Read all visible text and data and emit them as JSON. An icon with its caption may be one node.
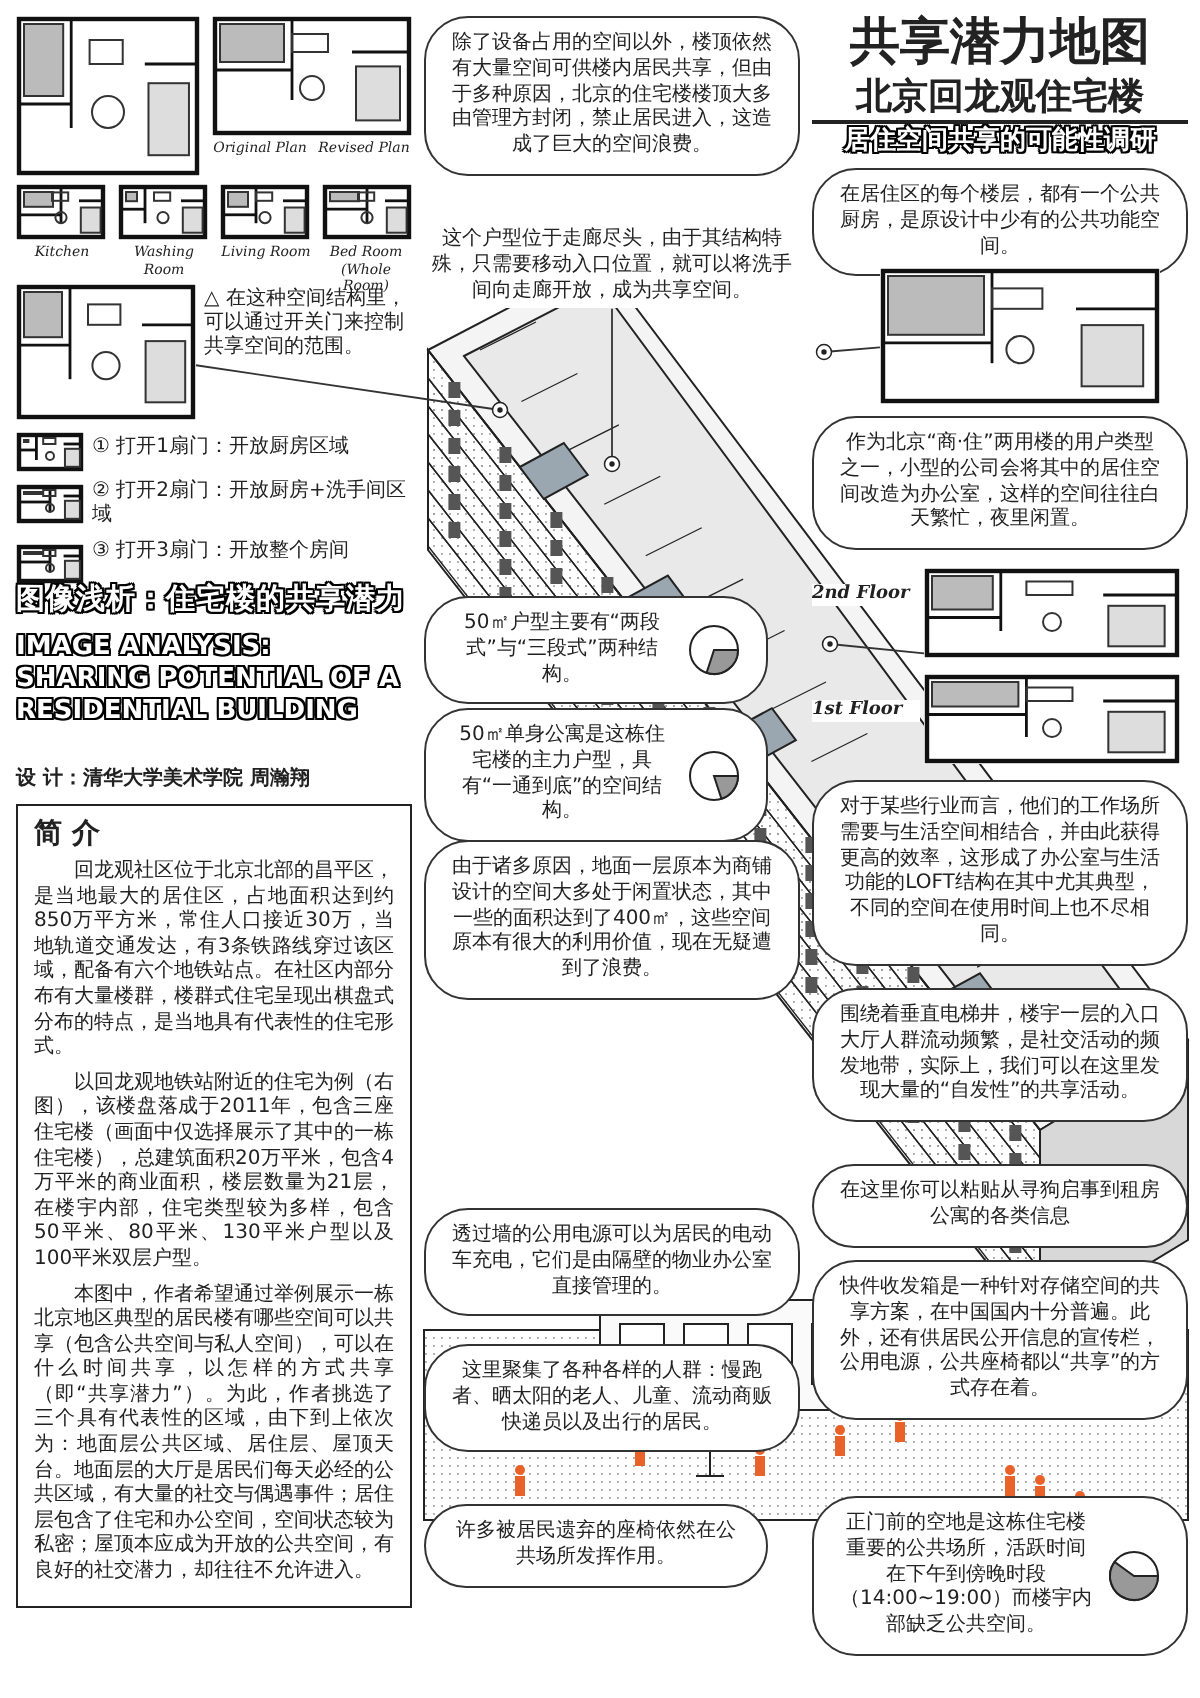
{
  "diagram": {
    "title": "共享潜力地图",
    "nodes": [
      {
        "text": [
          "除了设备占用的空间以外，楼顶依然有大量空间可供楼内居民共享，但由于多种原因，北京的住宅楼楼顶大多由管理方封闭，禁止居民进入，这造成了巨大的空间浪费。"
        ]
      },
      {
        "text": [
          "在居住区的每个楼层，都有一个公共厨房，是原设计中少有的公共功能空间。"
        ]
      },
      {
        "text": [
          "这个户型位于走廊尽头，由于其结构特殊，只需要移动入口位置，就可以将洗手间向走廊开放，成为共享空间。"
        ]
      },
      {
        "text": [],
        "shape": "picture"
      },
      {
        "text": [],
        "shape": "picture",
        "beside": [
          "Original Plan",
          "Revised Plan"
        ]
      },
      {
        "text": [],
        "shape": "picture",
        "beside": [
          "Kitchen",
          "Washing Room",
          "Living Room",
          "Bed Room (Whole Room)"
        ]
      },
      {
        "text": [],
        "shape": "picture"
      },
      {
        "text": [],
        "shape": "picture"
      },
      {
        "text": [
          "作为北京“商·住”两用楼的用户类型之一，小型的公司会将其中的居住空间改造为办公室，这样的空间往往白天繁忙，夜里闲置。"
        ]
      },
      {
        "text": [],
        "shape": "picture",
        "beside": [
          "2nd Floor",
          "1st Floor"
        ]
      },
      {
        "text": [
          "50㎡户型主要有“两段式”与“三段式”两种结构。"
        ]
      },
      {
        "text": [
          "50㎡单身公寓是这栋住宅楼的主力户型，具有“一通到底”的空间结构。"
        ]
      },
      {
        "text": [
          "对于某些行业而言，他们的工作场所需要与生活空间相结合，并由此获得更高的效率，这形成了办公室与生活功能的LOFT结构在其中尤其典型，不同的空间在使用时间上也不尽相同。"
        ]
      },
      {
        "text": [
          "简 介",
          "回龙观社区位于北京北部的昌平区，是当地最大的居住区，占地面积达到约850万平方米，常住人口接近30万，当地轨道交通发达，有3条铁路线穿过该区域，配备有六个地铁站点。在社区内部分布有大量楼群，楼群式住宅呈现出棋盘式分布的特点，是当地具有代表性的住宅形式。",
          "以回龙观地铁站附近的住宅为例（右图），该楼盘落成于2011年，包含三座住宅楼（画面中仅选择展示了其中的一栋住宅楼），总建筑面积20万平米，包含4万平米的商业面积，楼层数量为21层，在楼宇内部，住宅类型较为多样，包含50平米、80平米、130平米户型以及100平米双层户型。",
          "本图中，作者希望通过举例展示一栋北京地区典型的居民楼有哪些空间可以共享（包含公共空间与私人空间），可以在什么时间共享，以怎样的方式共享（即“共享潜力”）。为此，作者挑选了三个具有代表性的区域，由下到上依次为：地面层公共区域、居住层、屋顶天台。地面层的大厅是居民们每天必经的公共区域，有大量的社交与偶遇事件；居住层包含了住宅和办公空间，空间状态较为私密；屋顶本应成为开放的公共空间，有良好的社交潜力，却往往不允许进入。"
        ]
      },
      {
        "text": [
          "由于诸多原因，地面一层原本为商铺设计的空间大多处于闲置状态，其中一些的面积达到了400㎡，这些空间原本有很大的利用价值，现在无疑遭到了浪费。"
        ]
      },
      {
        "text": [
          "围绕着垂直电梯井，楼宇一层的入口大厅人群流动频繁，是社交活动的频发地带，实际上，我们可以在这里发现大量的“自发性”的共享活动。"
        ]
      },
      {
        "text": [
          "在这里你可以粘贴从寻狗启事到租房公寓的各类信息"
        ]
      },
      {
        "text": [
          "快件收发箱是一种针对存储空间的共享方案，在中国国内十分普遍。此外，还有供居民公开信息的宣传栏，公用电源，公共座椅都以“共享”的方式存在着。"
        ]
      },
      {
        "text": [
          "透过墙的公用电源可以为居民的电动车充电，它们是由隔壁的物业办公室直接管理的。"
        ]
      },
      {
        "text": [
          "这里聚集了各种各样的人群：慢跑者、晒太阳的老人、儿童、流动商贩快递员以及出行的居民。"
        ]
      },
      {
        "text": [
          "许多被居民遗弃的座椅依然在公共场所发挥作用。"
        ]
      },
      {
        "text": [
          "正门前的空地是这栋住宅楼重要的公共场所，活跃时间在下午到傍晚时段（14:00~19:00）而楼宇内部缺乏公共空间。"
        ]
      }
    ],
    "edges": [
      {
        "from": 2,
        "to": null,
        "arrow": "other"
      },
      {
        "from": 6,
        "to": null,
        "arrow": "other"
      },
      {
        "from": 9,
        "to": null,
        "arrow": "other"
      },
      {
        "from": 7,
        "to": null,
        "arrow": "other"
      }
    ],
    "labels": [
      "北京回龙观住宅楼",
      "居住空间共享的可能性调研",
      "△ 在这种空间结构里，可以通过开关门来控制共享空间的范围。",
      "① 打开1扇门：开放厨房区域",
      "② 打开2扇门：开放厨房+洗手间区域",
      "③ 打开3扇门：开放整个房间",
      "图像浅析：住宅楼的共享潜力",
      "IMAGE ANALYSIS: SHARING POTENTIAL OF A RESIDENTIAL BUILDING",
      "设 计：清华大学美术学院 周瀚翔"
    ]
  }
}
